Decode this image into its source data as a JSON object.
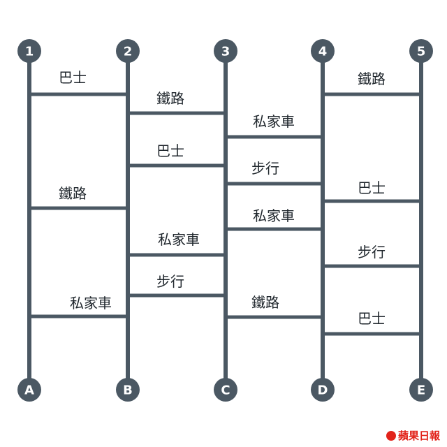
{
  "diagram": {
    "line_color": "#4b5863",
    "top_nodes": [
      "1",
      "2",
      "3",
      "4",
      "5"
    ],
    "bottom_nodes": [
      "A",
      "B",
      "C",
      "D",
      "E"
    ],
    "rungs": [
      {
        "from": 0,
        "label": "巴士"
      },
      {
        "from": 0,
        "label": "鐵路"
      },
      {
        "from": 0,
        "label": "私家車"
      },
      {
        "from": 1,
        "label": "鐵路"
      },
      {
        "from": 1,
        "label": "巴士"
      },
      {
        "from": 1,
        "label": "私家車"
      },
      {
        "from": 1,
        "label": "步行"
      },
      {
        "from": 2,
        "label": "私家車"
      },
      {
        "from": 2,
        "label": "步行"
      },
      {
        "from": 2,
        "label": "私家車"
      },
      {
        "from": 2,
        "label": "鐵路"
      },
      {
        "from": 3,
        "label": "鐵路"
      },
      {
        "from": 3,
        "label": "巴士"
      },
      {
        "from": 3,
        "label": "步行"
      },
      {
        "from": 3,
        "label": "巴士"
      }
    ]
  },
  "logo": {
    "text": "蘋果日報",
    "color": "#e2231a"
  }
}
